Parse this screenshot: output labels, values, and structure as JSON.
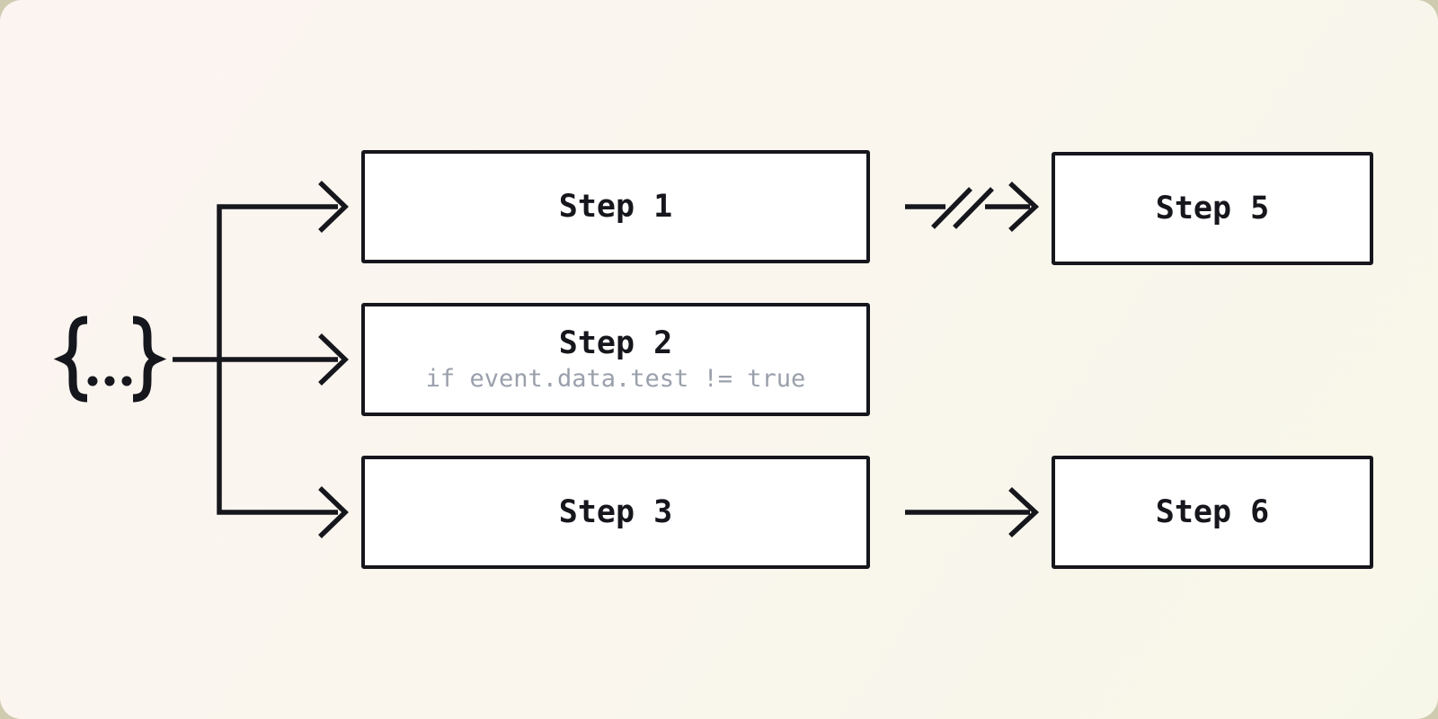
{
  "diagram": {
    "source": {
      "icon": "curly-braces-json-object",
      "text": "{...}"
    },
    "nodes": [
      {
        "id": "step-1",
        "label": "Step 1"
      },
      {
        "id": "step-2",
        "label": "Step 2",
        "condition": "if event.data.test != true"
      },
      {
        "id": "step-3",
        "label": "Step 3"
      },
      {
        "id": "step-5",
        "label": "Step 5"
      },
      {
        "id": "step-6",
        "label": "Step 6"
      }
    ],
    "edges": [
      {
        "from": "event-source",
        "to": "step-1",
        "style": "arrow"
      },
      {
        "from": "event-source",
        "to": "step-2",
        "style": "arrow"
      },
      {
        "from": "event-source",
        "to": "step-3",
        "style": "arrow"
      },
      {
        "from": "step-1",
        "to": "step-5",
        "style": "broken-arrow"
      },
      {
        "from": "step-3",
        "to": "step-6",
        "style": "arrow"
      }
    ],
    "colors": {
      "ink": "#16161d",
      "node_fill": "#ffffff",
      "muted_text": "#9aa0ab",
      "background_start": "#fcf4f1",
      "background_end": "#f7f7e9",
      "outer_frame": "#cfcbb1"
    }
  }
}
